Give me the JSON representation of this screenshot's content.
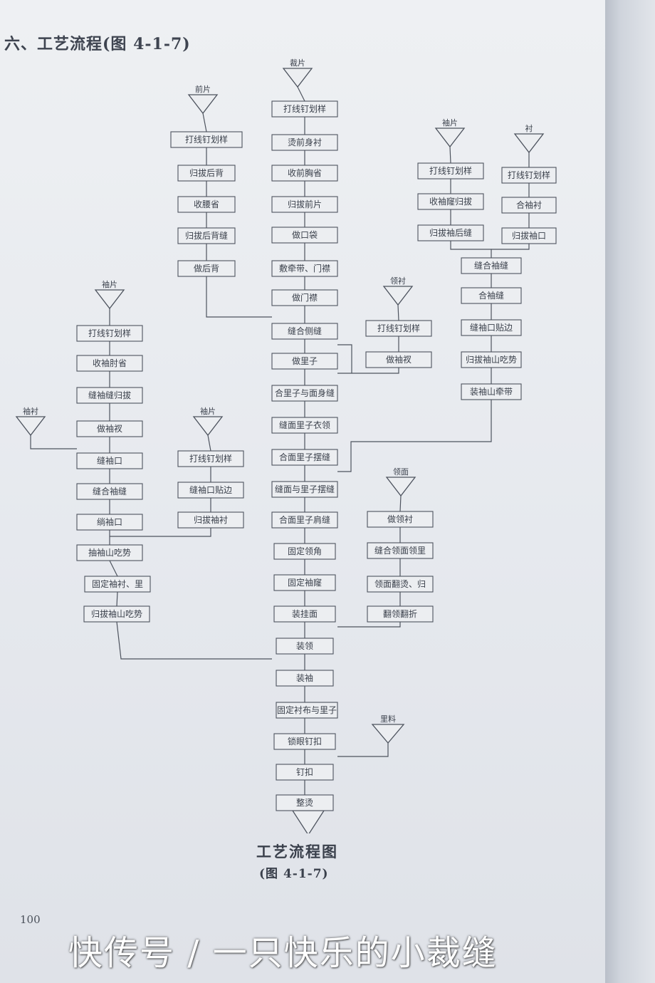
{
  "section_title": "六、工艺流程(图 4-1-7)",
  "caption": "工艺流程图",
  "caption_sub": "(图 4-1-7)",
  "page_number": "100",
  "watermark": "快传号 / 一只快乐的小裁缝",
  "colors": {
    "line": "#4d535e",
    "box_fill": "#eceef1",
    "text": "#3b414c"
  },
  "triangles": [
    {
      "id": "t-center-top",
      "label": "裁片"
    },
    {
      "id": "t-left-upper",
      "label": "前片"
    },
    {
      "id": "t-right-a",
      "label": "袖片"
    },
    {
      "id": "t-right-b",
      "label": "衬"
    },
    {
      "id": "t-sleeve-left",
      "label": "袖片"
    },
    {
      "id": "t-left-accessory",
      "label": "袖衬"
    },
    {
      "id": "t-sleeve-mid",
      "label": "袖片"
    },
    {
      "id": "t-collar",
      "label": "领衬"
    },
    {
      "id": "t-collar-mid",
      "label": "领面"
    },
    {
      "id": "t-lining",
      "label": "里料"
    },
    {
      "id": "t-end",
      "label": ""
    }
  ],
  "boxes": [
    {
      "id": "c1",
      "label": "打线钉划样"
    },
    {
      "id": "c2",
      "label": "烫前身衬"
    },
    {
      "id": "c3",
      "label": "收前胸省"
    },
    {
      "id": "c4",
      "label": "归拔前片"
    },
    {
      "id": "c5",
      "label": "做口袋"
    },
    {
      "id": "c6",
      "label": "敷牵带、门襟"
    },
    {
      "id": "c7",
      "label": "做门襟"
    },
    {
      "id": "c8",
      "label": "缝合侧缝"
    },
    {
      "id": "c9",
      "label": "做里子"
    },
    {
      "id": "c10",
      "label": "合里子与面身缝"
    },
    {
      "id": "c11",
      "label": "缝面里子衣领"
    },
    {
      "id": "c12",
      "label": "合面里子摆缝"
    },
    {
      "id": "c13",
      "label": "缝面与里子摆缝"
    },
    {
      "id": "c14",
      "label": "合面里子肩缝"
    },
    {
      "id": "c15",
      "label": "固定领角"
    },
    {
      "id": "c16",
      "label": "固定袖窿"
    },
    {
      "id": "c17",
      "label": "装挂面"
    },
    {
      "id": "c18",
      "label": "装领"
    },
    {
      "id": "c19",
      "label": "装袖"
    },
    {
      "id": "c20",
      "label": "固定衬布与里子"
    },
    {
      "id": "c21",
      "label": "锁眼钉扣"
    },
    {
      "id": "c22",
      "label": "钉扣"
    },
    {
      "id": "c23",
      "label": "整烫"
    },
    {
      "id": "l1",
      "label": "打线钉划样"
    },
    {
      "id": "l2",
      "label": "归拔后背"
    },
    {
      "id": "l3",
      "label": "收腰省"
    },
    {
      "id": "l4",
      "label": "归拔后背缝"
    },
    {
      "id": "l5",
      "label": "做后背"
    },
    {
      "id": "r1",
      "label": "打线钉划样"
    },
    {
      "id": "r2",
      "label": "收袖窿归拔"
    },
    {
      "id": "r3",
      "label": "归拔袖后缝"
    },
    {
      "id": "r4",
      "label": "打线钉划样"
    },
    {
      "id": "r5",
      "label": "合袖衬"
    },
    {
      "id": "r6",
      "label": "归拔袖口"
    },
    {
      "id": "r7",
      "label": "缝合袖缝"
    },
    {
      "id": "r8",
      "label": "合袖缝"
    },
    {
      "id": "r9",
      "label": "缝袖口贴边"
    },
    {
      "id": "r10",
      "label": "归拔袖山吃势"
    },
    {
      "id": "r11",
      "label": "装袖山牵带"
    },
    {
      "id": "m1",
      "label": "打线钉划样"
    },
    {
      "id": "m2",
      "label": "做袖衩"
    },
    {
      "id": "s1",
      "label": "打线钉划样"
    },
    {
      "id": "s2",
      "label": "收袖肘省"
    },
    {
      "id": "s3",
      "label": "缝袖缝归拔"
    },
    {
      "id": "s4",
      "label": "做袖衩"
    },
    {
      "id": "s5",
      "label": "缝袖口"
    },
    {
      "id": "s6",
      "label": "缝合袖缝"
    },
    {
      "id": "s7",
      "label": "绱袖口"
    },
    {
      "id": "s8",
      "label": "抽袖山吃势"
    },
    {
      "id": "s9",
      "label": "固定袖衬、里"
    },
    {
      "id": "s10",
      "label": "归拔袖山吃势"
    },
    {
      "id": "n1",
      "label": "打线钉划样"
    },
    {
      "id": "n2",
      "label": "缝袖口贴边"
    },
    {
      "id": "n3",
      "label": "归拔袖衬"
    },
    {
      "id": "k1",
      "label": "做领衬"
    },
    {
      "id": "k2",
      "label": "缝合领面领里"
    },
    {
      "id": "k3",
      "label": "领面翻烫、归"
    },
    {
      "id": "k4",
      "label": "翻领翻折"
    }
  ]
}
